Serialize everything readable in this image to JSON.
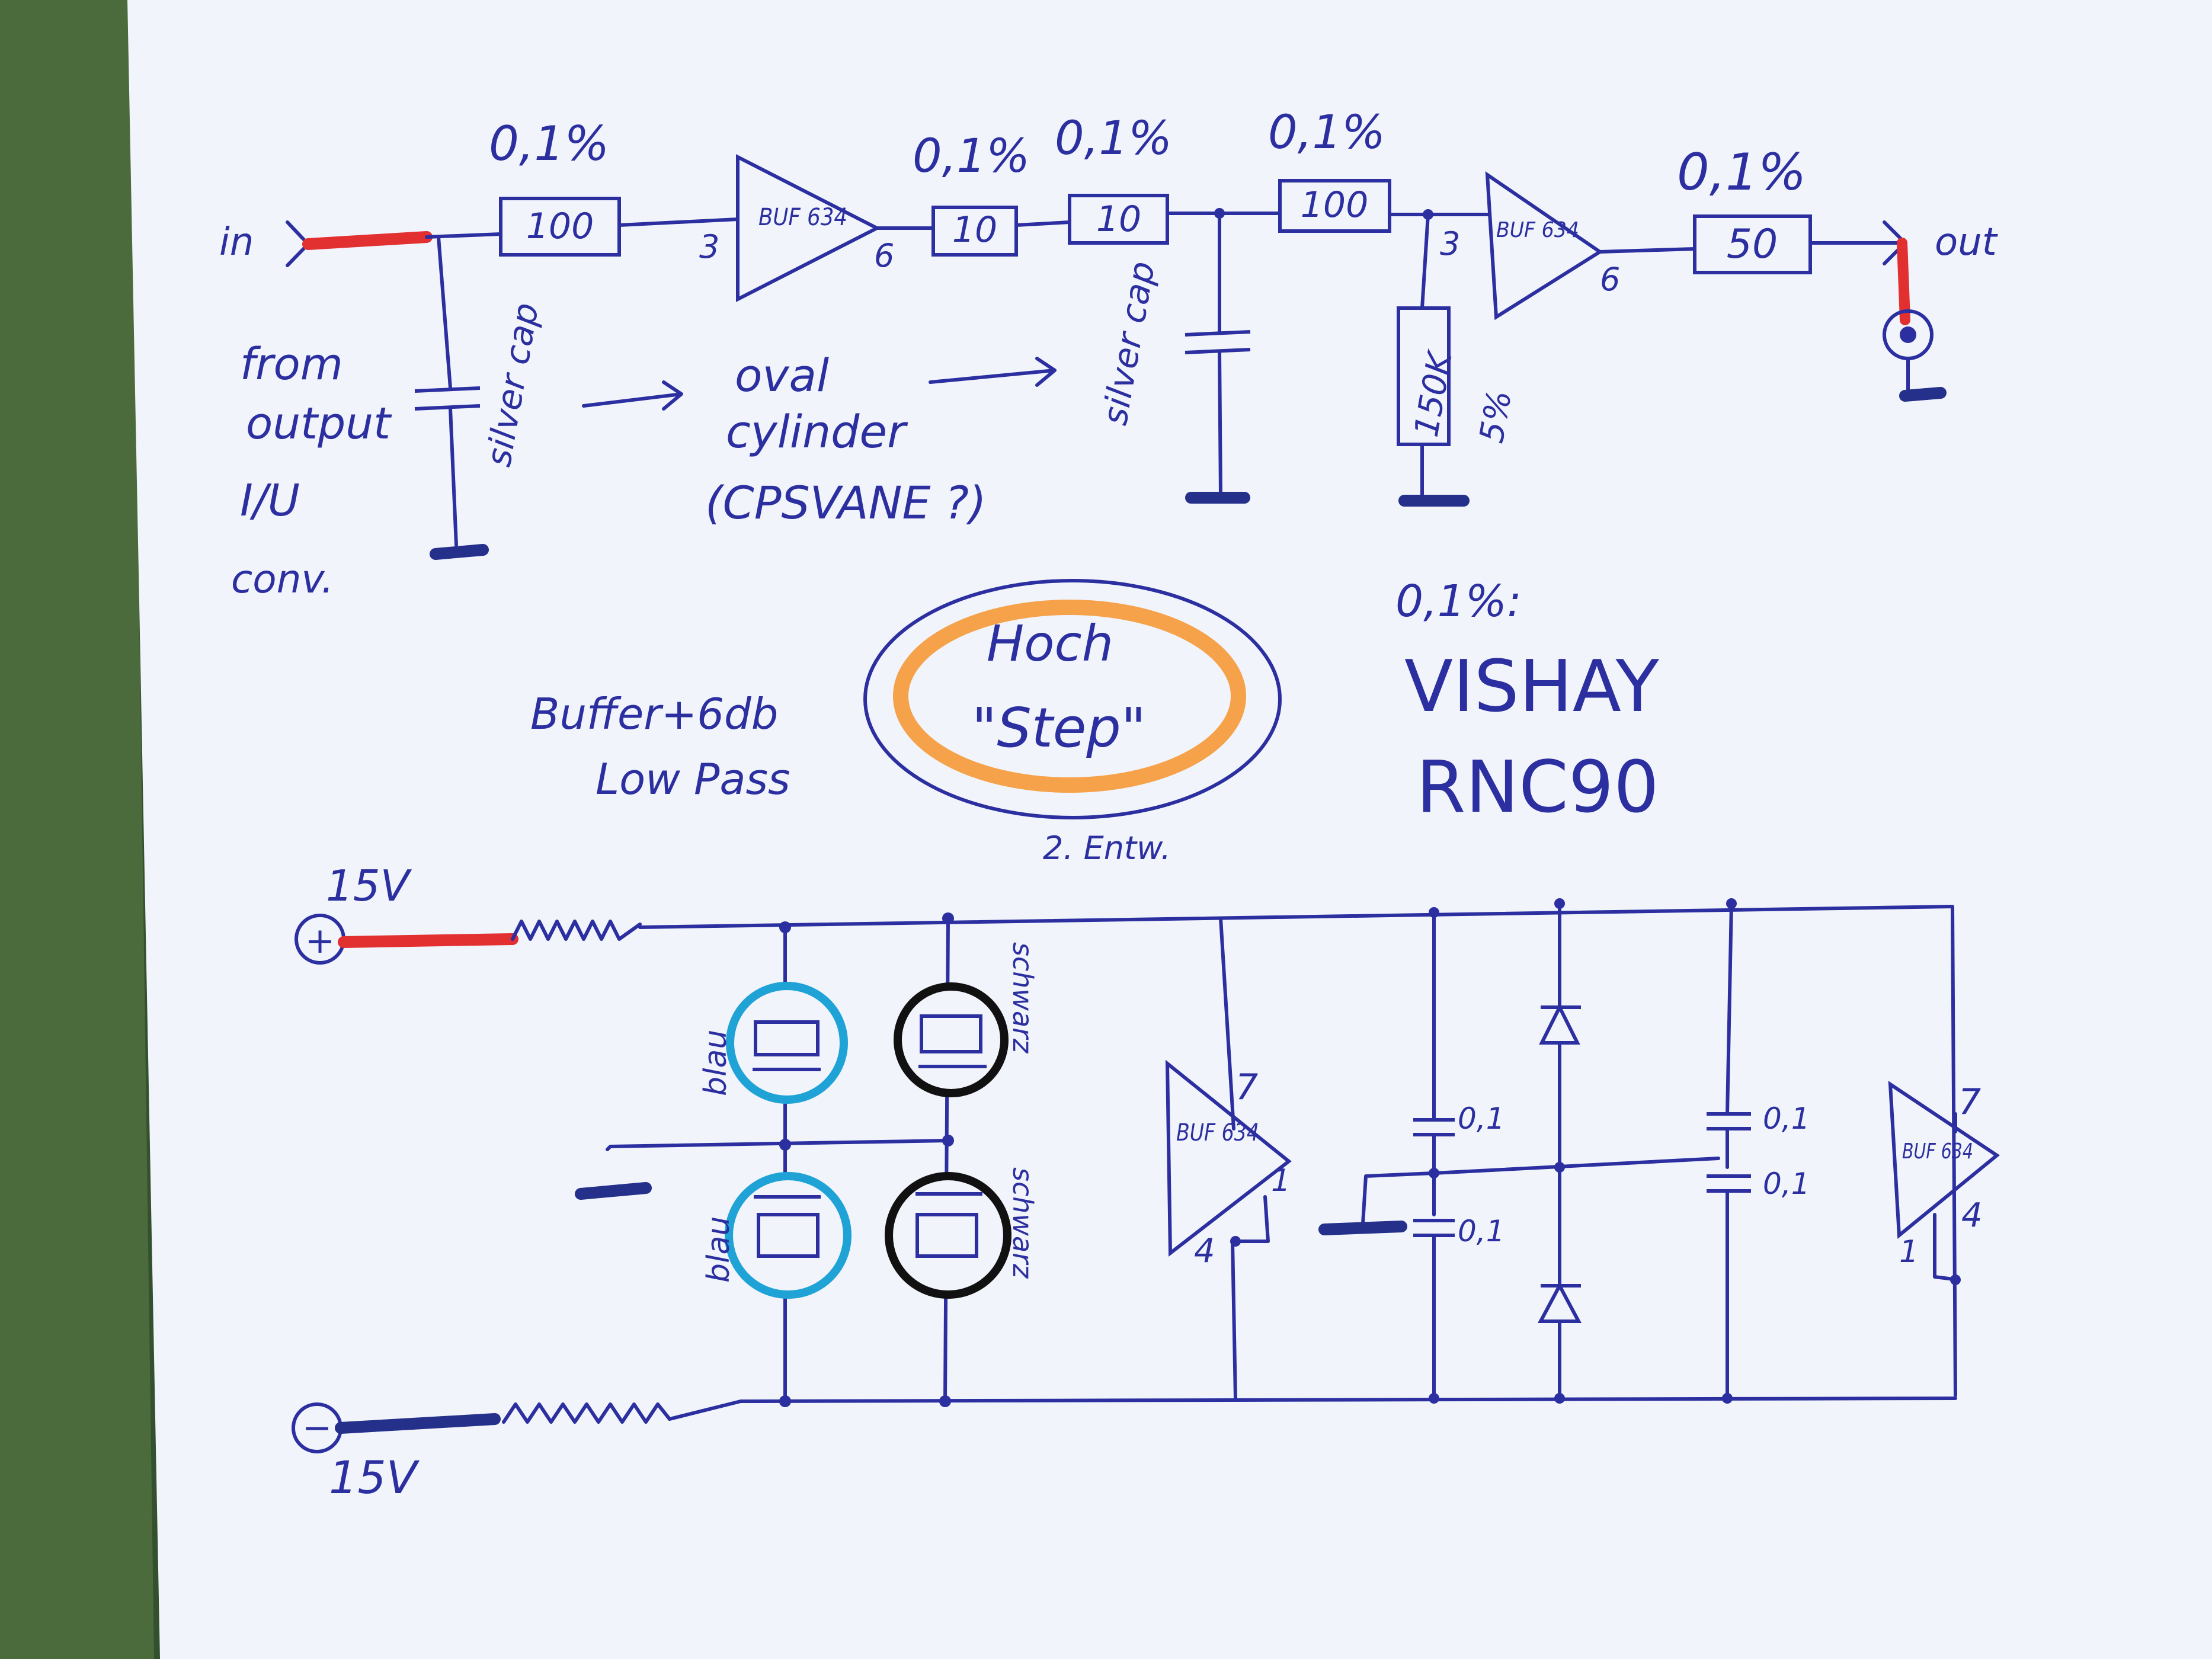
{
  "colors": {
    "ink": "#2b2fa0",
    "paper": "#f2f4fb",
    "red": "#e23030",
    "blue_marker": "#24308a",
    "orange": "#f5a24a",
    "cyan": "#1fa3d6",
    "black": "#111111"
  },
  "signal_path": {
    "in_label": "in",
    "out_label": "out",
    "tol_r1": "0,1%",
    "tol_r2": "0,1%",
    "tol_r3": "0,1%",
    "tol_r4": "0,1%",
    "tol_r5": "0,1%",
    "r1": "100",
    "r2": "10",
    "r3": "10",
    "r4": "100",
    "r5": "50",
    "r_shunt": "150K",
    "r_shunt_tol": "5%",
    "buf1_text": "BUF 634",
    "buf2_text": "BUF 634",
    "pin3_a": "3",
    "pin6_a": "6",
    "pin3_b": "3",
    "pin6_b": "6"
  },
  "notes": {
    "from": "from",
    "output": "output",
    "iu": "I/U",
    "conv": "conv.",
    "silver_cap_1": "silver cap",
    "silver_cap_2": "silver cap",
    "oval": "oval",
    "cylinder": "cylinder",
    "cpsvane": "(CPSVANE ?)",
    "buffer": "Buffer+6db",
    "lowpass": "Low Pass",
    "hoch": "Hoch",
    "step": "\"Step\"",
    "entw": "2. Entw.",
    "vishay_tol": "0,1%:",
    "vishay": "VISHAY",
    "rnc": "RNC90"
  },
  "power": {
    "plus_label": "15V",
    "minus_label": "15V",
    "plus_sign": "+",
    "minus_sign": "−",
    "blau_1": "blau",
    "blau_2": "blau",
    "schwarz_1": "schwarz",
    "schwarz_2": "schwarz",
    "buf_left_text": "BUF 634",
    "buf_right_text": "BUF 634",
    "pin7_left": "7",
    "pin1_left": "1",
    "pin4_left": "4",
    "pin7_right": "7",
    "pin1_right": "1",
    "pin4_right": "4",
    "cap_a": "0,1",
    "cap_b": "0,1",
    "cap_c": "0,1",
    "cap_d": "0,1"
  }
}
